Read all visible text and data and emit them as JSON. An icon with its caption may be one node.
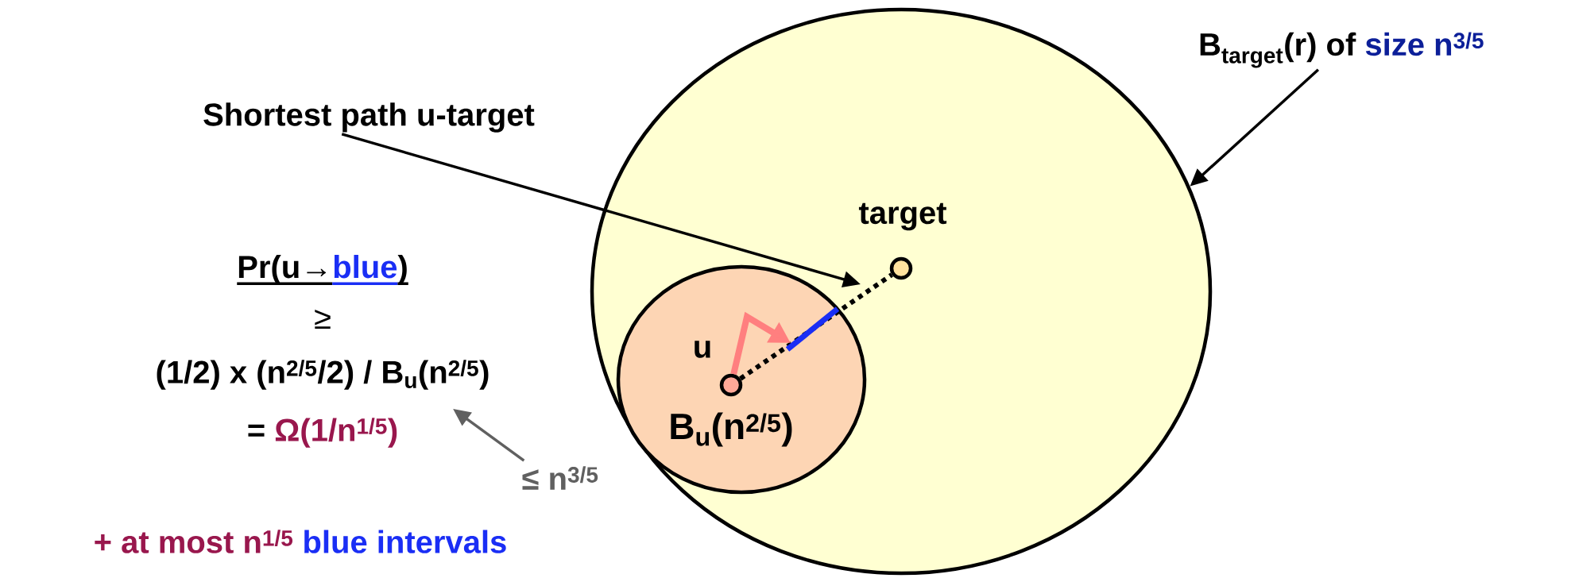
{
  "diagram": {
    "nodes": [
      {
        "text": [],
        "shape": "ellipse"
      },
      {
        "text": [
          "B$_{u}$(n$^{2/5}$)"
        ],
        "in": 0
      },
      {
        "text": [],
        "shape": "circle",
        "beside": [
          "target"
        ],
        "in": 0
      },
      {
        "text": [],
        "shape": "circle",
        "beside": [
          "u"
        ],
        "in": 1
      },
      {
        "text": [
          "Shortest path u-target"
        ]
      },
      {
        "text": [
          "B$_{target}$(r) of",
          "size n$^{3/5}$"
        ]
      },
      {
        "text": [
          "≤ n$^{3/5}$"
        ]
      }
    ],
    "edges": [
      {
        "from": 3,
        "to": 2,
        "arrow": "none",
        "style": "dashed"
      },
      {
        "from": 3,
        "to": null,
        "arrow": "to",
        "style": "thick",
        "color": "#ff7f7f"
      },
      {
        "from": 4,
        "to": null,
        "arrow": "to"
      },
      {
        "from": 5,
        "to": 0,
        "arrow": "to"
      },
      {
        "from": 6,
        "to": null,
        "arrow": "to",
        "color": "#606060"
      }
    ],
    "labels": [
      "Pr(u→",
      "blue",
      ")",
      "≥",
      "(1/2) x (n$^{2/5}$/2) / B$_{u}$(n$^{2/5}$)",
      "=",
      "Ω(1/n$^{1/5}$)",
      "+ at most n$^{1/5}$",
      "blue intervals"
    ]
  }
}
